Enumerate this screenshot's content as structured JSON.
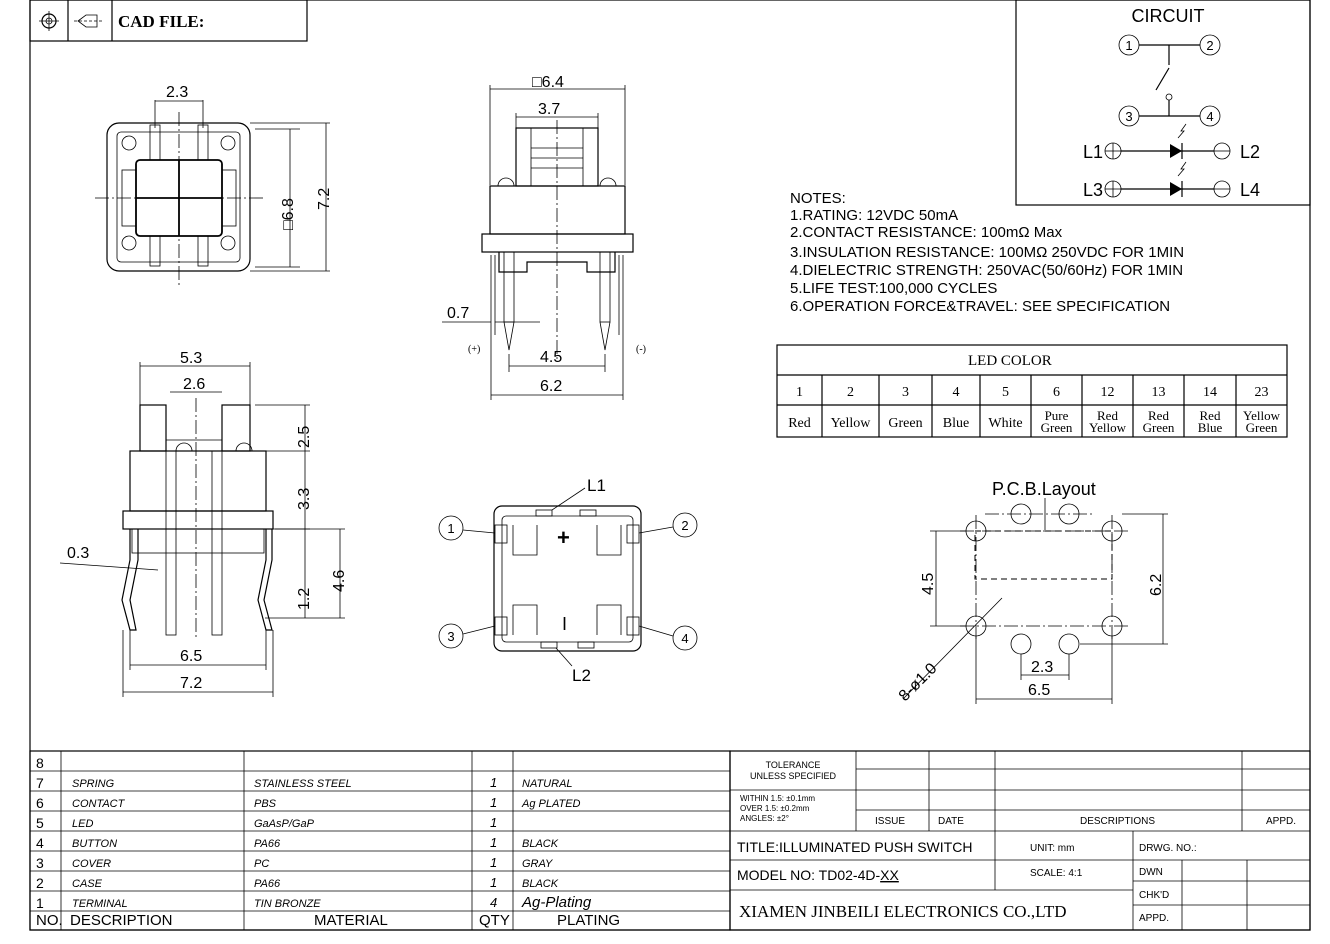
{
  "header": {
    "cad_label": "CAD FILE:",
    "symbols": [
      "position-target-icon",
      "projection-angle-icon"
    ]
  },
  "circuit": {
    "title": "CIRCUIT",
    "pins": [
      "1",
      "2",
      "3",
      "4"
    ],
    "leds": [
      "L1",
      "L2",
      "L3",
      "L4"
    ]
  },
  "notes": {
    "heading": "NOTES:",
    "lines": [
      "1.RATING: 12VDC 50mA",
      "2.CONTACT RESISTANCE: 100mΩ Max",
      "3.INSULATION RESISTANCE: 100MΩ 250VDC FOR 1MIN",
      "4.DIELECTRIC STRENGTH: 250VAC(50/60Hz) FOR 1MIN",
      "5.LIFE TEST:100,000 CYCLES",
      "6.OPERATION FORCE&TRAVEL: SEE SPECIFICATION"
    ]
  },
  "led_color_table": {
    "title": "LED COLOR",
    "codes": [
      "1",
      "2",
      "3",
      "4",
      "5",
      "6",
      "12",
      "13",
      "14",
      "23"
    ],
    "colors": [
      [
        "Red"
      ],
      [
        "Yellow"
      ],
      [
        "Green"
      ],
      [
        "Blue"
      ],
      [
        "White"
      ],
      [
        "Pure",
        "Green"
      ],
      [
        "Red",
        "Yellow"
      ],
      [
        "Red",
        "Green"
      ],
      [
        "Red",
        "Blue"
      ],
      [
        "Yellow",
        "Green"
      ]
    ]
  },
  "top_view": {
    "dim_top": "2.3",
    "dim_side_a": "□6.8",
    "dim_side_b": "7.2"
  },
  "front_view": {
    "dim_top_a": "□6.4",
    "dim_top_b": "3.7",
    "dim_pin": "0.7",
    "dim_bot_a": "4.5",
    "dim_bot_b": "6.2",
    "plus": "(+)",
    "minus": "(-)"
  },
  "side_view": {
    "dim_top_a": "5.3",
    "dim_top_b": "2.6",
    "dim_r1": "2.5",
    "dim_r2": "3.3",
    "dim_r3": "1.2",
    "dim_r4": "4.6",
    "dim_pin": "0.3",
    "dim_bot_a": "6.5",
    "dim_bot_b": "7.2"
  },
  "bottom_view": {
    "l1": "L1",
    "l2": "L2",
    "p1": "1",
    "p2": "2",
    "p3": "3",
    "p4": "4",
    "plus": "+",
    "minus": "I"
  },
  "pcb_layout": {
    "title": "P.C.B.Layout",
    "dim_h": "4.5",
    "dim_w": "6.2",
    "dim_hole": "8-ø1.0",
    "dim_pitch": "2.3",
    "dim_span": "6.5"
  },
  "bom": {
    "rows": [
      {
        "no": "8",
        "desc": "",
        "mat": "",
        "qty": "",
        "plat": ""
      },
      {
        "no": "7",
        "desc": "SPRING",
        "mat": "STAINLESS STEEL",
        "qty": "1",
        "plat": "NATURAL"
      },
      {
        "no": "6",
        "desc": "CONTACT",
        "mat": "PBS",
        "qty": "1",
        "plat": "Ag PLATED"
      },
      {
        "no": "5",
        "desc": "LED",
        "mat": "GaAsP/GaP",
        "qty": "1",
        "plat": ""
      },
      {
        "no": "4",
        "desc": "BUTTON",
        "mat": "PA66",
        "qty": "1",
        "plat": "BLACK"
      },
      {
        "no": "3",
        "desc": "COVER",
        "mat": "PC",
        "qty": "1",
        "plat": "GRAY"
      },
      {
        "no": "2",
        "desc": "CASE",
        "mat": "PA66",
        "qty": "1",
        "plat": "BLACK"
      },
      {
        "no": "1",
        "desc": "TERMINAL",
        "mat": "TIN BRONZE",
        "qty": "4",
        "plat": "Ag-Plating"
      }
    ],
    "header": {
      "no": "NO.",
      "desc": "DESCRIPTION",
      "mat": "MATERIAL",
      "qty": "QTY",
      "plat": "PLATING"
    }
  },
  "title_block": {
    "tolerance_1": "TOLERANCE",
    "tolerance_2": "UNLESS SPECIFIED",
    "within": "WITHIN 1.5: ±0.1mm",
    "over": "OVER 1.5: ±0.2mm",
    "angles": "ANGLES: ±2°",
    "issue": "ISSUE",
    "date": "DATE",
    "descriptions": "DESCRIPTIONS",
    "appd": "APPD.",
    "title": "TITLE:ILLUMINATED PUSH SWITCH",
    "unit": "UNIT: mm",
    "drwg_no": "DRWG. NO.:",
    "model_prefix": "MODEL NO: TD02-4D-",
    "model_suffix": "XX",
    "scale": "SCALE: 4:1",
    "dwn": "DWN",
    "chkd": "CHK'D",
    "company": "XIAMEN JINBEILI ELECTRONICS CO.,LTD",
    "appd2": "APPD."
  }
}
